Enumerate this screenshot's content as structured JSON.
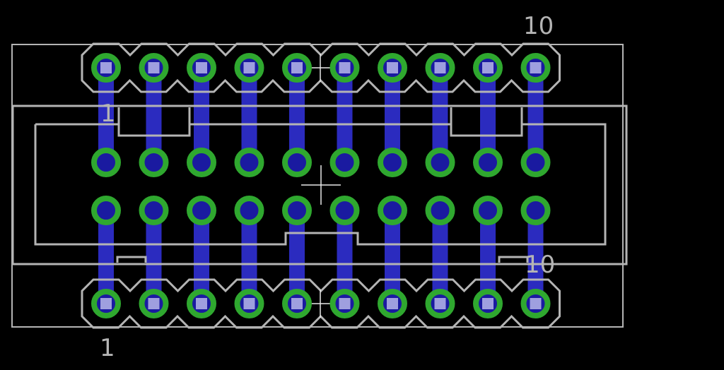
{
  "labels": {
    "top_header_last": "10",
    "top_connector_first": "1",
    "bottom_connector_last": "10",
    "bottom_header_first": "1"
  },
  "pins_per_row": 10,
  "colors": {
    "background": "#000000",
    "silkscreen": "#b4b4b4",
    "trace": "#2b2bbf",
    "pad_ring": "#2fa82f",
    "pad_hole": "#1a1aa0",
    "square_pad": "#9f9fdf"
  }
}
